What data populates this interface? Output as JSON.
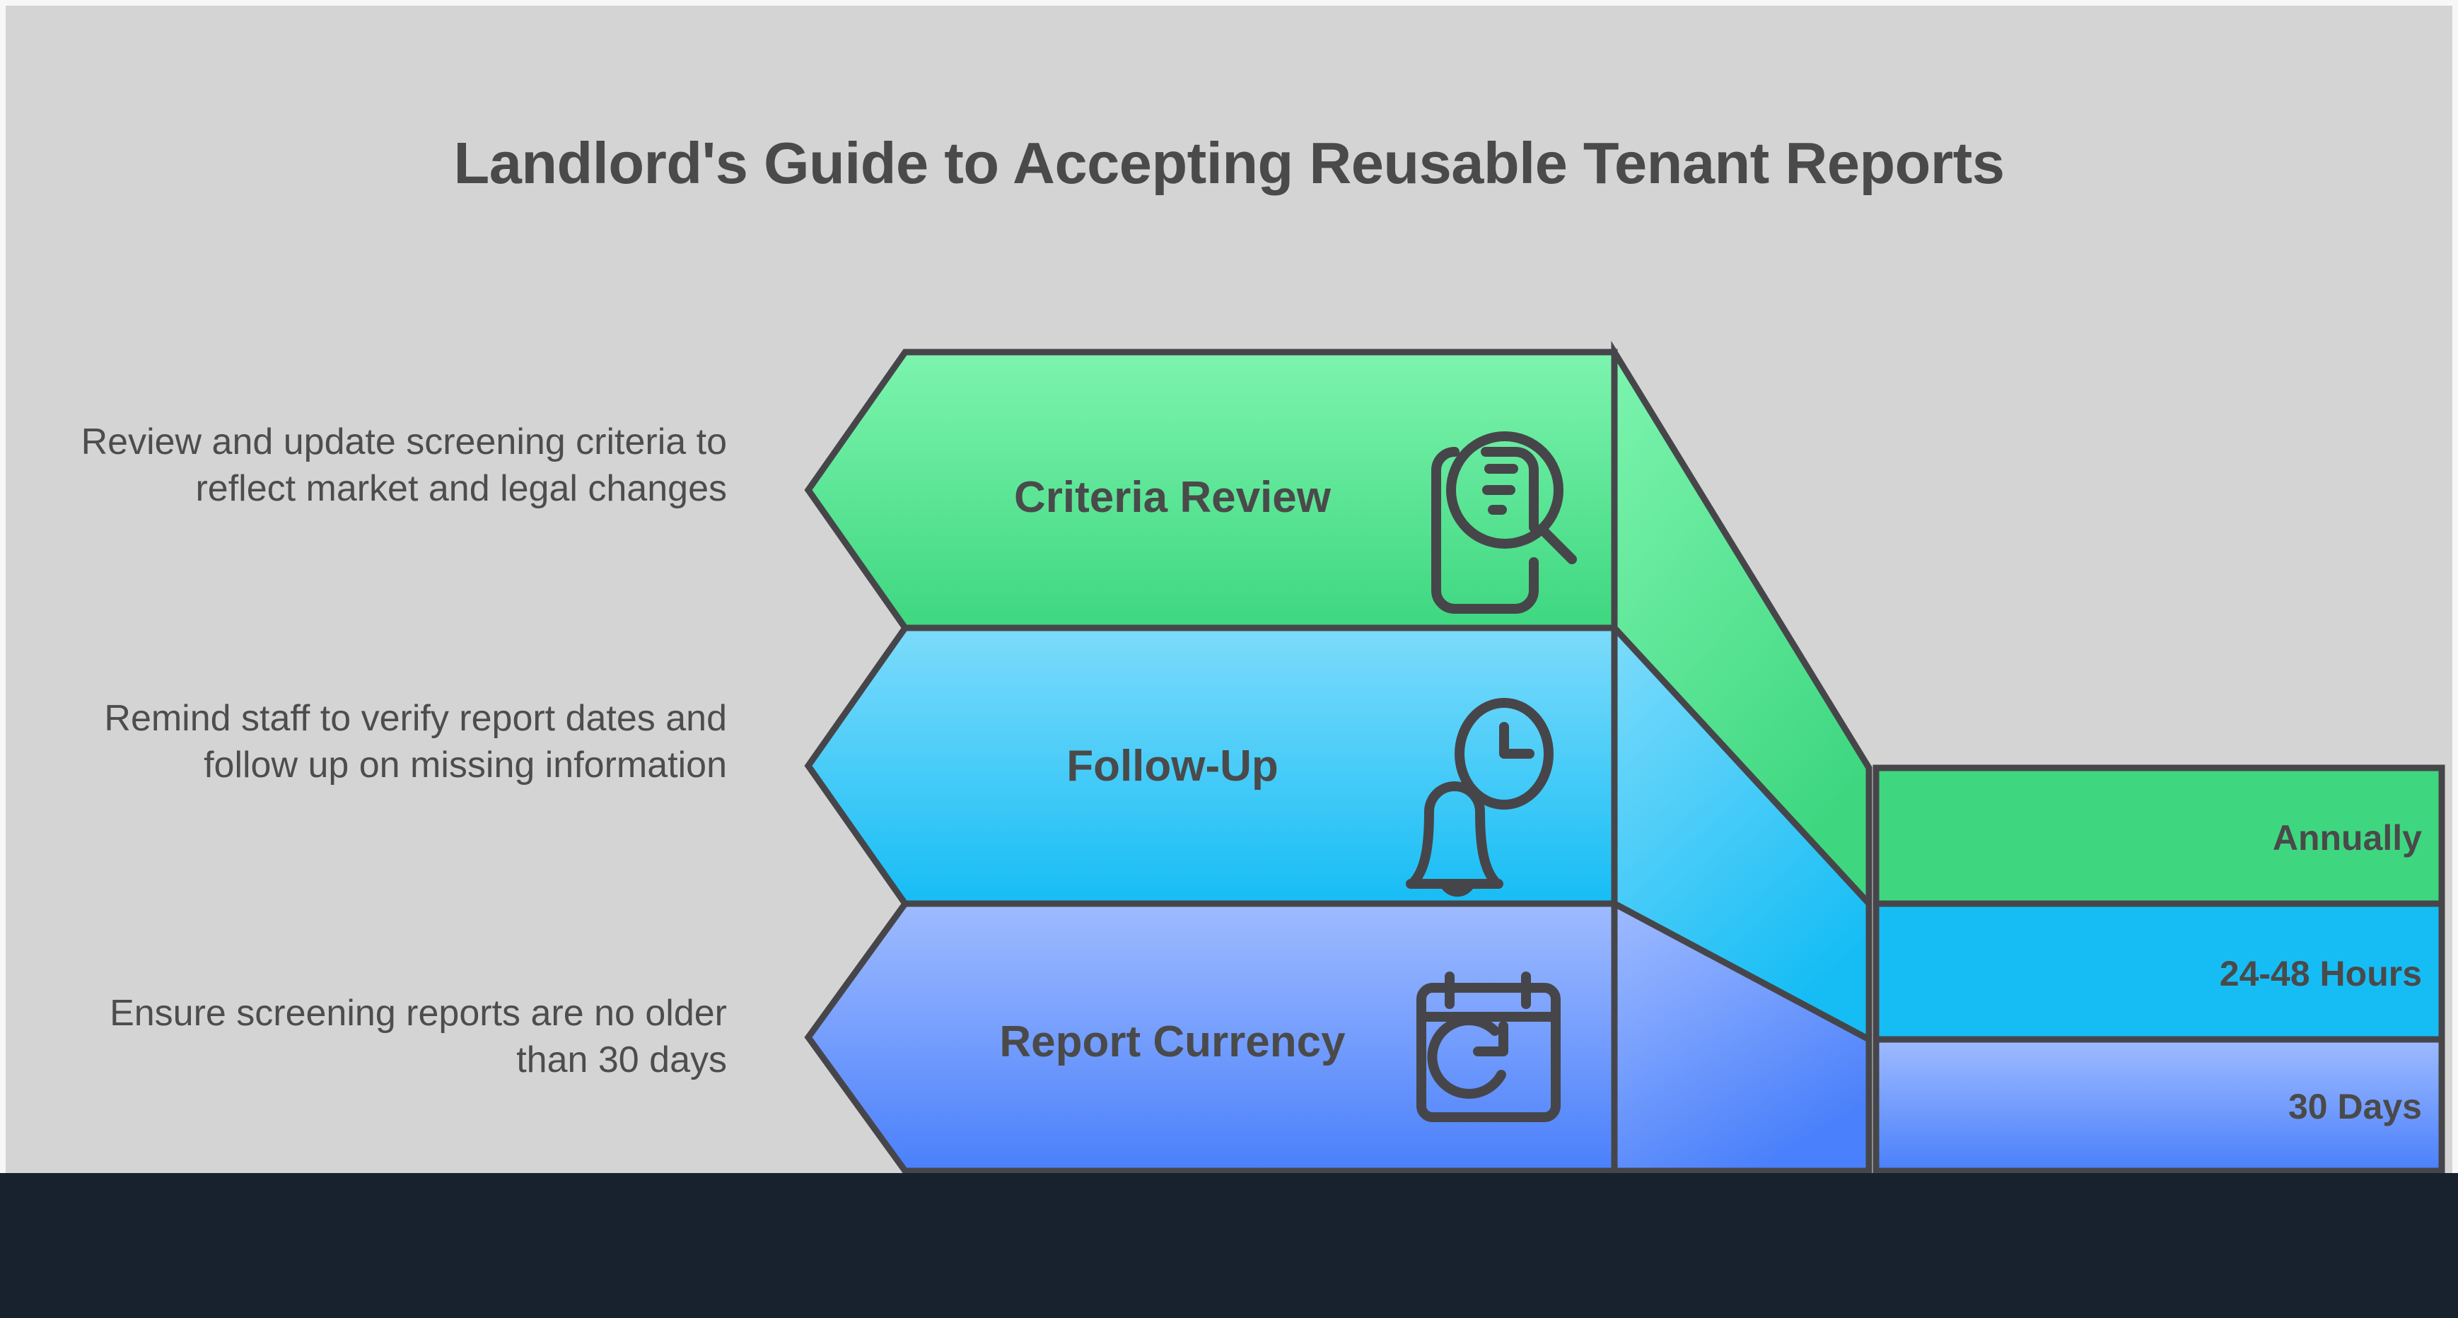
{
  "page": {
    "title": "Landlord's Guide to Accepting Reusable Tenant Reports",
    "background_color": "#d4d4d4",
    "footer_color": "#18212e",
    "text_color": "#4a4a4a",
    "outline_color": "#46464a"
  },
  "rows": [
    {
      "description": "Review and update screening criteria to reflect market and legal changes",
      "stage_label": "Criteria Review",
      "icon": "document-search-icon",
      "value": "Annually",
      "color_light": "#7df4ae",
      "color_dark": "#3ed780"
    },
    {
      "description": "Remind staff to verify report dates and follow up on missing information",
      "stage_label": "Follow-Up",
      "icon": "bell-clock-icon",
      "value": "24-48 Hours",
      "color_light": "#7ddbfb",
      "color_dark": "#16bdf5"
    },
    {
      "description": "Ensure screening reports are no older than 30 days",
      "stage_label": "Report Currency",
      "icon": "calendar-refresh-icon",
      "value": "30 Days",
      "color_light": "#9fbbff",
      "color_dark": "#4a80fb"
    }
  ],
  "chart_data": {
    "type": "table",
    "title": "Landlord's Guide to Accepting Reusable Tenant Reports",
    "categories": [
      "Criteria Review",
      "Follow-Up",
      "Report Currency"
    ],
    "values": [
      "Annually",
      "24-48 Hours",
      "30 Days"
    ],
    "descriptions": [
      "Review and update screening criteria to reflect market and legal changes",
      "Remind staff to verify report dates and follow up on missing information",
      "Ensure screening reports are no older than 30 days"
    ],
    "legend_position": "none",
    "grid": false
  }
}
